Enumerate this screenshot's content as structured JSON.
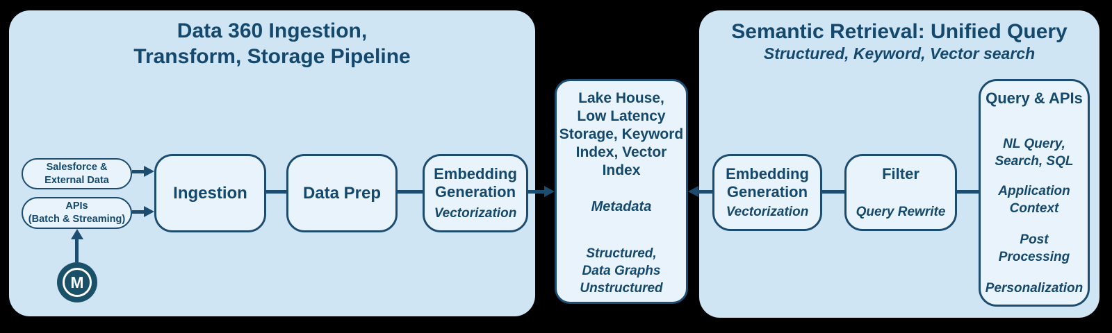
{
  "colors": {
    "background": "#000000",
    "panel_background": "#cfe5f4",
    "node_background": "#e9f3fb",
    "accent_border_arrow": "#1c4c70",
    "text": "#14486c",
    "mulesoft_logo_background": "#1a5168",
    "mulesoft_logo_glyph": "#ffffff"
  },
  "left_panel": {
    "title": "Data 360 Ingestion,\nTransform, Storage Pipeline",
    "source_pills": [
      {
        "label": "Salesforce &\nExternal Data"
      },
      {
        "label": "APIs\n(Batch & Streaming)"
      }
    ],
    "mulesoft_logo_letter": "M",
    "ingestion_label": "Ingestion",
    "data_prep_label": "Data Prep",
    "embedding": {
      "label": "Embedding\nGeneration",
      "sublabel": "Vectorization"
    }
  },
  "storage_node": {
    "title": "Lake House,\nLow Latency\nStorage, Keyword\nIndex, Vector\nIndex",
    "metadata_label": "Metadata",
    "data_types_label": "Structured,\nData Graphs\nUnstructured"
  },
  "right_panel": {
    "title": "Semantic Retrieval: Unified Query",
    "subtitle": "Structured, Keyword, Vector search",
    "embedding": {
      "label": "Embedding\nGeneration",
      "sublabel": "Vectorization"
    },
    "filter": {
      "label": "Filter",
      "sublabel": "Query Rewrite"
    },
    "query_apis": {
      "title": "Query & APIs",
      "items": [
        "NL Query,\nSearch, SQL",
        "Application\nContext",
        "Post\nProcessing",
        "Personalization"
      ]
    }
  }
}
